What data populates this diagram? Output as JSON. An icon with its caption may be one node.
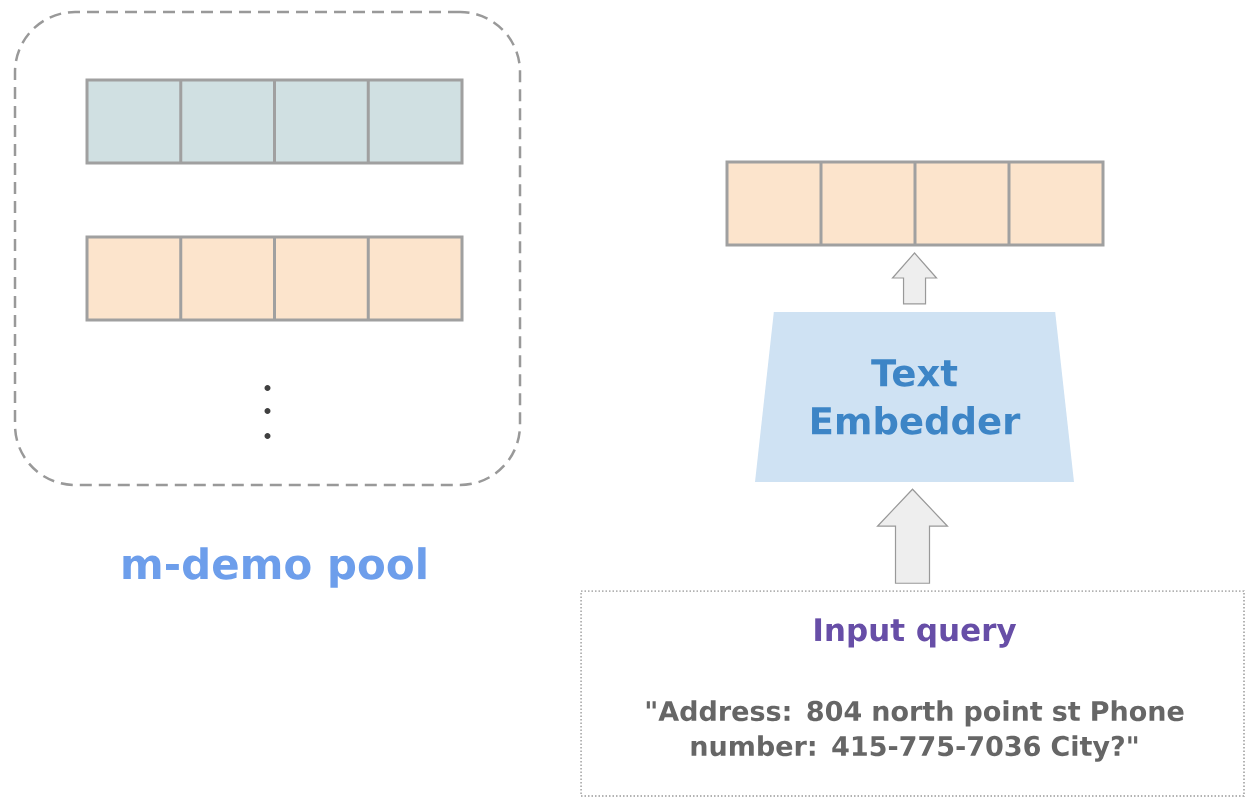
{
  "diagram": {
    "nodes": [
      {
        "text": [
          "m-demo pool"
        ]
      },
      {
        "text": [],
        "shape": "bar",
        "in": 0
      },
      {
        "text": [],
        "shape": "bar",
        "in": 0
      },
      {
        "text": [],
        "shape": "bar"
      },
      {
        "text": [
          "Text Embedder"
        ]
      },
      {
        "text": [
          "Input query",
          "\"Address: 804 north point st Phone number: 415-775-7036 City?\""
        ]
      }
    ],
    "edges": [
      {
        "from": 5,
        "to": 4,
        "arrow": "to"
      },
      {
        "from": 4,
        "to": 3,
        "arrow": "to"
      }
    ]
  }
}
